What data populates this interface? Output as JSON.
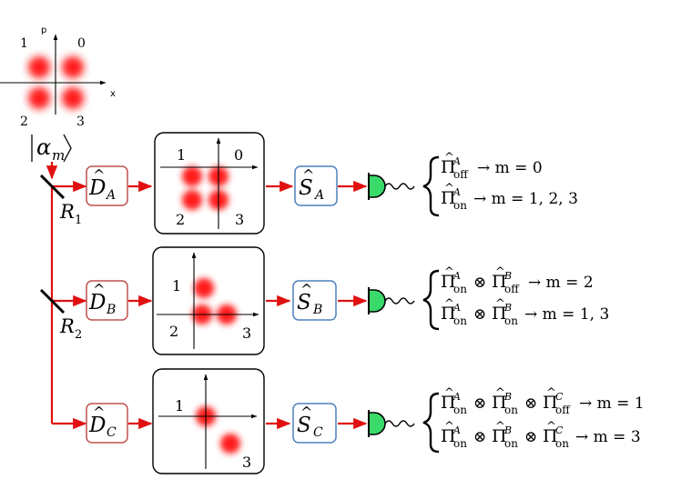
{
  "colors": {
    "beam": "#e01010",
    "blob": "#ff1a1a",
    "d_box_stroke": "#c0504d",
    "s_box_stroke": "#4f81bd",
    "detector": "#39d96a"
  },
  "phase_space": {
    "axis_p": "p",
    "axis_x": "x",
    "labels": [
      "1",
      "0",
      "2",
      "3"
    ]
  },
  "input_state": {
    "ket_symbol": "α",
    "ket_subscript": "m"
  },
  "beam_splitters": [
    {
      "symbol": "R",
      "subscript": "1"
    },
    {
      "symbol": "R",
      "subscript": "2"
    }
  ],
  "branches": [
    {
      "displacement": {
        "symbol": "D",
        "subscript": "A"
      },
      "squeezer": {
        "symbol": "S",
        "subscript": "A"
      },
      "inset_labels": [
        "1",
        "0",
        "2",
        "3"
      ],
      "outcomes": [
        {
          "projector": "Π",
          "sup": "A",
          "sub": "off",
          "result": "→ m = 0"
        },
        {
          "projector": "Π",
          "sup": "A",
          "sub": "on",
          "result": "→ m = 1, 2, 3"
        }
      ]
    },
    {
      "displacement": {
        "symbol": "D",
        "subscript": "B"
      },
      "squeezer": {
        "symbol": "S",
        "subscript": "B"
      },
      "inset_labels": [
        "1",
        "2",
        "3"
      ],
      "outcomes": [
        {
          "terms": [
            {
              "sup": "A",
              "sub": "on"
            },
            {
              "sup": "B",
              "sub": "off"
            }
          ],
          "result": "→ m = 2"
        },
        {
          "terms": [
            {
              "sup": "A",
              "sub": "on"
            },
            {
              "sup": "B",
              "sub": "on"
            }
          ],
          "result": "→ m = 1, 3"
        }
      ]
    },
    {
      "displacement": {
        "symbol": "D",
        "subscript": "C"
      },
      "squeezer": {
        "symbol": "S",
        "subscript": "C"
      },
      "inset_labels": [
        "1",
        "3"
      ],
      "outcomes": [
        {
          "terms": [
            {
              "sup": "A",
              "sub": "on"
            },
            {
              "sup": "B",
              "sub": "on"
            },
            {
              "sup": "C",
              "sub": "off"
            }
          ],
          "result": "→ m = 1"
        },
        {
          "terms": [
            {
              "sup": "A",
              "sub": "on"
            },
            {
              "sup": "B",
              "sub": "on"
            },
            {
              "sup": "C",
              "sub": "on"
            }
          ],
          "result": "→ m = 3"
        }
      ]
    }
  ],
  "operators": {
    "tensor": "⊗",
    "projector": "Π",
    "hat": "^"
  }
}
